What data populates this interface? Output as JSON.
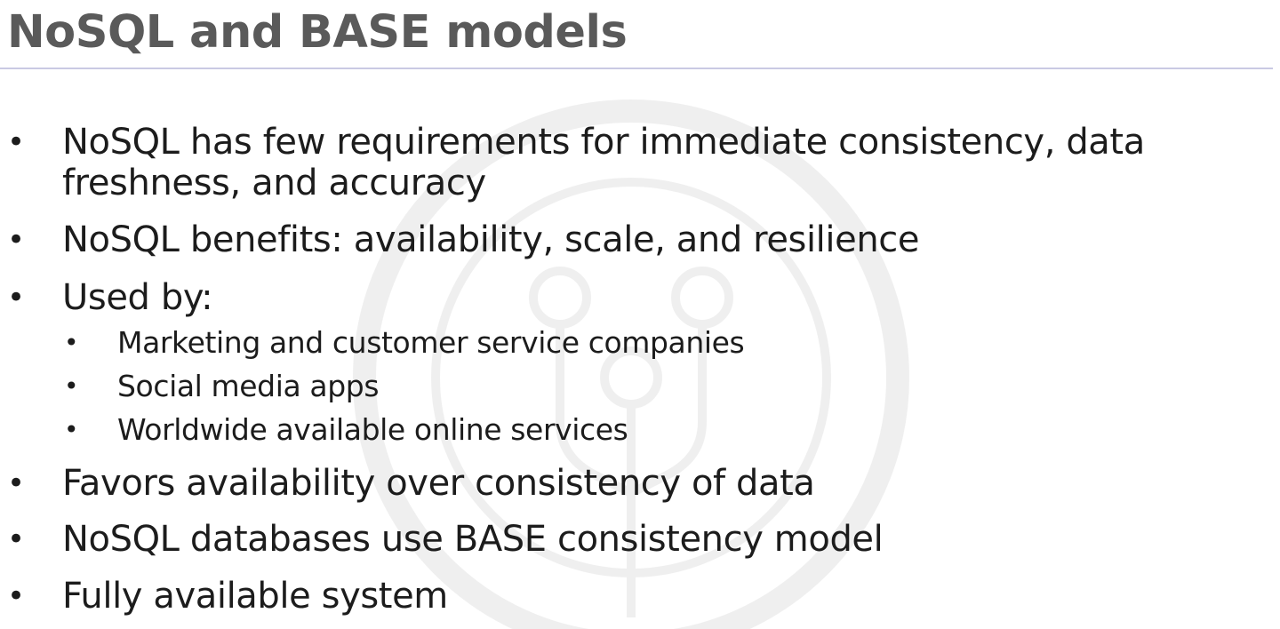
{
  "slide": {
    "title": "NoSQL and BASE models",
    "bullet_char": "•",
    "bullets": [
      {
        "line1": "NoSQL has few requirements for immediate consistency, data",
        "line2": "freshness, and accuracy"
      },
      {
        "line1": "NoSQL benefits: availability, scale, and resilience"
      },
      {
        "line1": "Used by:"
      },
      {
        "line1": "Marketing and customer service companies"
      },
      {
        "line1": "Social media apps"
      },
      {
        "line1": "Worldwide available online services"
      },
      {
        "line1": "Favors availability over consistency of data"
      },
      {
        "line1": "NoSQL databases use BASE consistency model"
      },
      {
        "line1": "Fully available system"
      }
    ]
  },
  "colors": {
    "title": "#5a5a5a",
    "body_text": "#1c1c1c",
    "rule": "#c9c9e3",
    "background": "#ffffff"
  }
}
